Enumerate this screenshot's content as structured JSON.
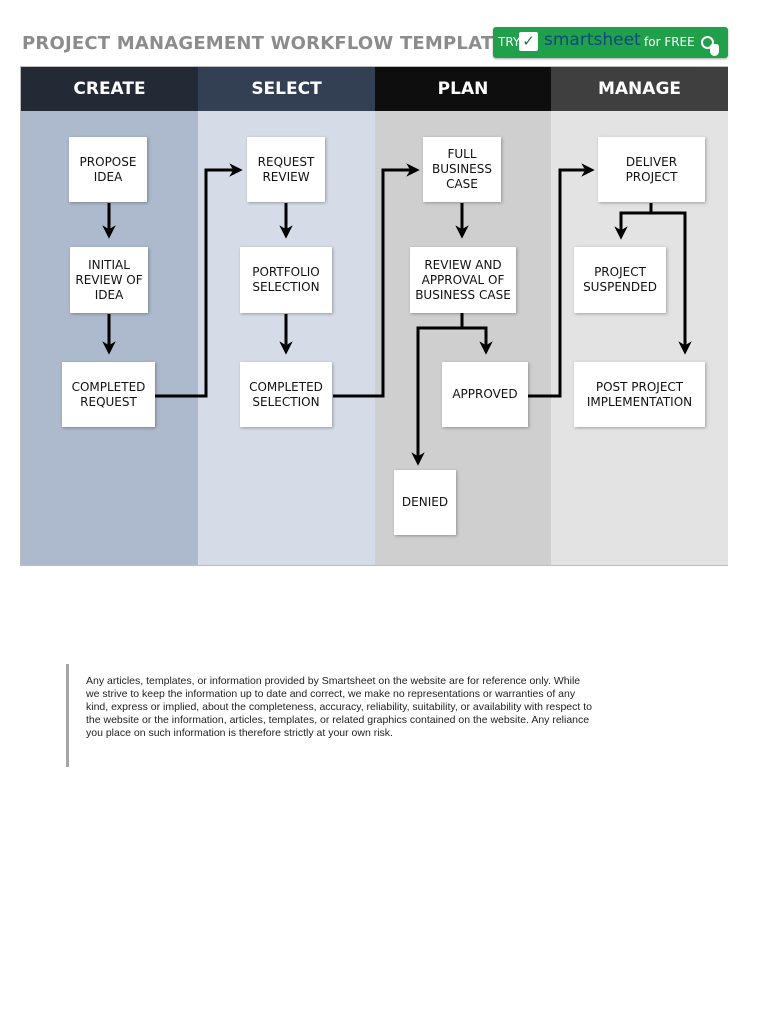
{
  "title": "PROJECT MANAGEMENT WORKFLOW TEMPLATE",
  "promo": {
    "try": "TRY",
    "check": "✓",
    "brand_a": "smart",
    "brand_b": "sheet",
    "free": "for FREE"
  },
  "lanes": {
    "create": "CREATE",
    "select": "SELECT",
    "plan": "PLAN",
    "manage": "MANAGE"
  },
  "steps": {
    "propose_idea": "PROPOSE IDEA",
    "initial_review": "INITIAL REVIEW OF IDEA",
    "completed_request": "COMPLETED REQUEST",
    "request_review": "REQUEST REVIEW",
    "portfolio_selection": "PORTFOLIO SELECTION",
    "completed_selection": "COMPLETED SELECTION",
    "full_business_case": "FULL BUSINESS CASE",
    "review_approval": "REVIEW AND APPROVAL OF BUSINESS CASE",
    "approved": "APPROVED",
    "denied": "DENIED",
    "deliver_project": "DELIVER PROJECT",
    "project_suspended": "PROJECT SUSPENDED",
    "post_project": "POST PROJECT IMPLEMENTATION"
  },
  "disclaimer": "Any articles, templates, or information provided by Smartsheet on the website are for reference only. While we strive to keep the information up to date and correct, we make no representations or warranties of any kind, express or implied, about the completeness, accuracy, reliability, suitability, or availability with respect to the website or the information, articles, templates, or related graphics contained on the website. Any reliance you place on such information is therefore strictly at your own risk."
}
